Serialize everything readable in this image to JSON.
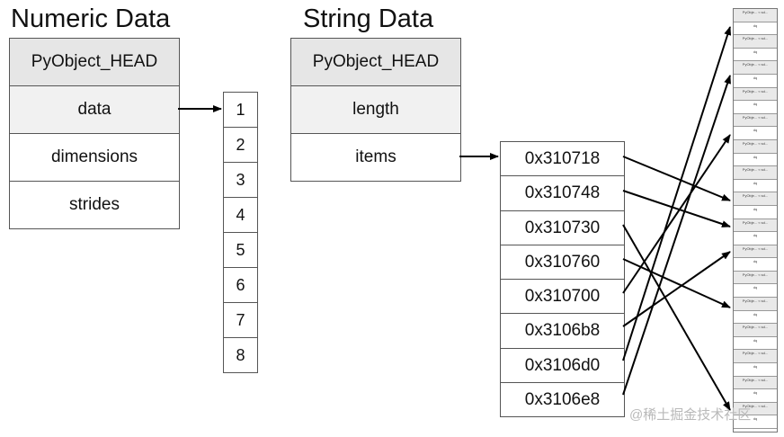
{
  "numeric": {
    "title": "Numeric Data",
    "fields": [
      "PyObject_HEAD",
      "data",
      "dimensions",
      "strides"
    ],
    "array_values": [
      "1",
      "2",
      "3",
      "4",
      "5",
      "6",
      "7",
      "8"
    ]
  },
  "string": {
    "title": "String Data",
    "fields": [
      "PyObject_HEAD",
      "length",
      "items"
    ],
    "pointers": [
      "0x310718",
      "0x310748",
      "0x310730",
      "0x310760",
      "0x310700",
      "0x3106b8",
      "0x3106d0",
      "0x3106e8"
    ]
  },
  "object_column": {
    "object_label": "PyObje... ≈ sd...",
    "data_label": "dq"
  },
  "watermark": "@稀土掘金技术社区"
}
